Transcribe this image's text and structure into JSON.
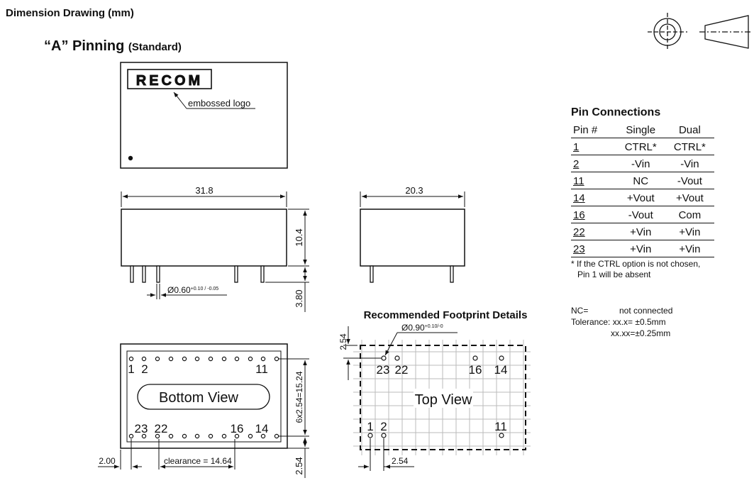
{
  "header": {
    "title": "Dimension Drawing (mm)"
  },
  "pinning": {
    "title": "“A” Pinning",
    "subtitle": "(Standard)"
  },
  "top_view_module": {
    "logo": "RECOM",
    "logo_label": "embossed logo"
  },
  "side_view": {
    "width": "31.8",
    "height": "10.4",
    "pin_length": "3.80",
    "pin_diameter": "Ø0.60",
    "pin_diameter_tol": "+0.10 / -0.05"
  },
  "end_view": {
    "width": "20.3"
  },
  "bottom_view": {
    "label": "Bottom View",
    "pins_top": [
      "1",
      "2",
      "11"
    ],
    "pins_bottom": [
      "23",
      "22",
      "16",
      "14"
    ],
    "span": "6x2.54=15.24",
    "offset": "2.00",
    "clearance": "clearance = 14.64",
    "pitch": "2.54"
  },
  "footprint": {
    "title": "Recommended Footprint Details",
    "label": "Top View",
    "hole": "Ø0.90",
    "hole_tol": "+0.10/-0",
    "pins_top": [
      "23",
      "22",
      "16",
      "14"
    ],
    "pins_bottom": [
      "1",
      "2",
      "11"
    ],
    "pitch_v": "2.54",
    "pitch_h": "2.54"
  },
  "pin_connections": {
    "title": "Pin Connections",
    "headers": [
      "Pin #",
      "Single",
      "Dual"
    ],
    "rows": [
      [
        "1",
        "CTRL*",
        "CTRL*"
      ],
      [
        "2",
        "-Vin",
        "-Vin"
      ],
      [
        "11",
        "NC",
        "-Vout"
      ],
      [
        "14",
        "+Vout",
        "+Vout"
      ],
      [
        "16",
        "-Vout",
        "Com"
      ],
      [
        "22",
        "+Vin",
        "+Vin"
      ],
      [
        "23",
        "+Vin",
        "+Vin"
      ]
    ],
    "note_line1": "* If the CTRL option is not chosen,",
    "note_line2": "Pin 1 will be absent"
  },
  "legend": {
    "nc_key": "NC=",
    "nc_value": "not connected",
    "tol_key": "Tolerance:",
    "tol_value1": "xx.x= ±0.5mm",
    "tol_value2": "xx.xx=±0.25mm"
  }
}
